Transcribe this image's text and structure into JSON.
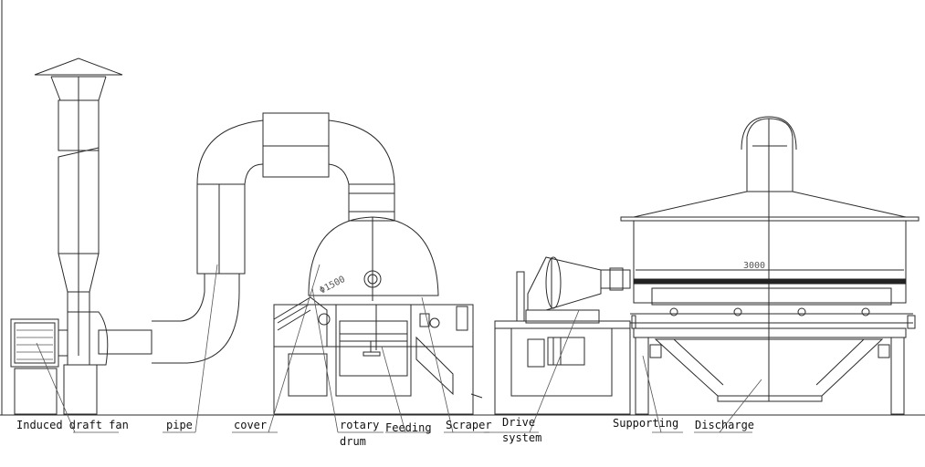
{
  "diagram": {
    "labels": {
      "induced_draft_fan": "Induced draft fan",
      "pipe": "pipe",
      "cover": "cover",
      "rotary_drum_1": "rotary",
      "rotary_drum_2": "drum",
      "feeding": "Feeding",
      "scraper": "Scraper",
      "drive_system_1": "Drive",
      "drive_system_2": "system",
      "supporting": "Supporting",
      "discharge": "Discharge"
    },
    "dimensions": {
      "drum_diameter": "Φ1500",
      "conveyor_length": "3000"
    },
    "colors": {
      "line": "#2a2a2a",
      "background": "#ffffff"
    }
  }
}
